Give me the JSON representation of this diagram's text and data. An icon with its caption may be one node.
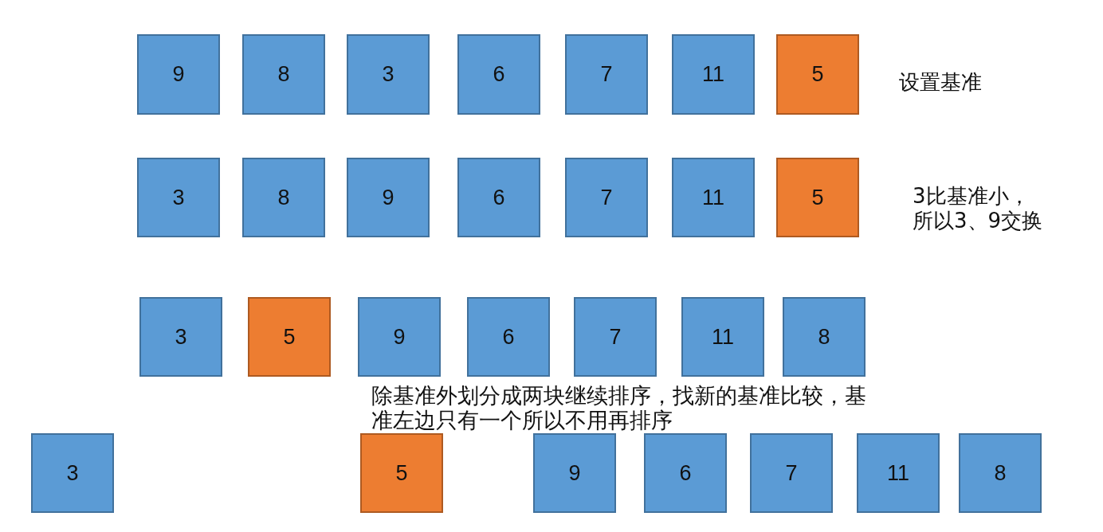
{
  "diagram": {
    "nodes": [
      {
        "text": [
          "9"
        ]
      },
      {
        "text": [
          "8"
        ]
      },
      {
        "text": [
          "3"
        ]
      },
      {
        "text": [
          "6"
        ]
      },
      {
        "text": [
          "7"
        ]
      },
      {
        "text": [
          "11"
        ]
      },
      {
        "text": [
          "5"
        ]
      },
      {
        "text": [
          "3"
        ]
      },
      {
        "text": [
          "8"
        ]
      },
      {
        "text": [
          "9"
        ]
      },
      {
        "text": [
          "6"
        ]
      },
      {
        "text": [
          "7"
        ]
      },
      {
        "text": [
          "11"
        ]
      },
      {
        "text": [
          "5"
        ]
      },
      {
        "text": [
          "3"
        ]
      },
      {
        "text": [
          "5"
        ]
      },
      {
        "text": [
          "9"
        ]
      },
      {
        "text": [
          "6"
        ]
      },
      {
        "text": [
          "7"
        ]
      },
      {
        "text": [
          "11"
        ]
      },
      {
        "text": [
          "8"
        ]
      },
      {
        "text": [
          "3"
        ]
      },
      {
        "text": [
          "5"
        ]
      },
      {
        "text": [
          "9"
        ]
      },
      {
        "text": [
          "6"
        ]
      },
      {
        "text": [
          "7"
        ]
      },
      {
        "text": [
          "11"
        ]
      },
      {
        "text": [
          "8"
        ]
      }
    ],
    "edges": [],
    "labels": [
      "设置基准",
      "3比基准小，所以3、9交换",
      "除基准外划分成两块继续排序，找新的基准比较，基准左边只有一个所以不用再排序"
    ]
  }
}
